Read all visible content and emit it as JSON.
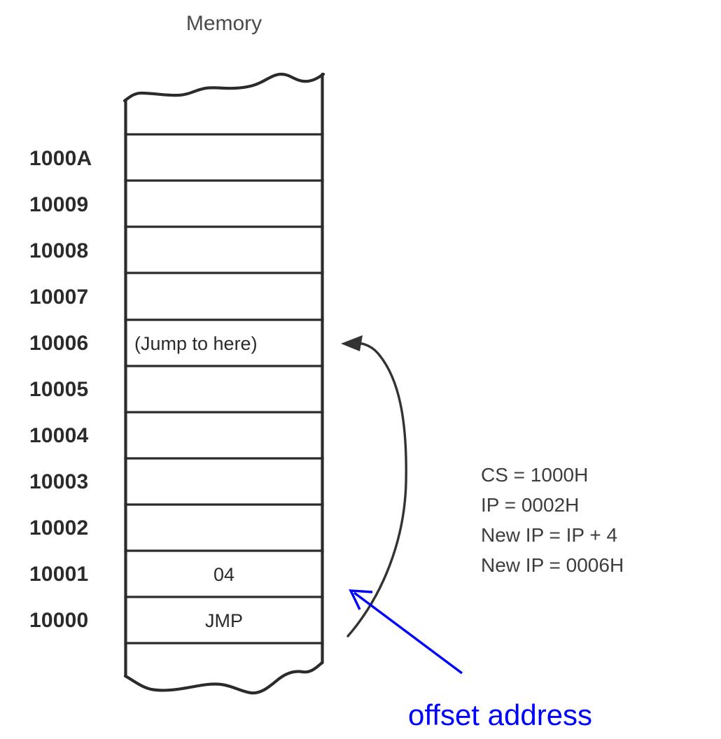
{
  "diagram": {
    "title": "Memory",
    "rows": [
      {
        "address": "",
        "content": ""
      },
      {
        "address": "1000A",
        "content": ""
      },
      {
        "address": "10009",
        "content": ""
      },
      {
        "address": "10008",
        "content": ""
      },
      {
        "address": "10007",
        "content": ""
      },
      {
        "address": "10006",
        "content": "(Jump to here)"
      },
      {
        "address": "10005",
        "content": ""
      },
      {
        "address": "10004",
        "content": ""
      },
      {
        "address": "10003",
        "content": ""
      },
      {
        "address": "10002",
        "content": ""
      },
      {
        "address": "10001",
        "content": "04"
      },
      {
        "address": "10000",
        "content": "JMP"
      },
      {
        "address": "",
        "content": ""
      }
    ],
    "info_lines": [
      "CS = 1000H",
      "IP = 0002H",
      "New IP = IP + 4",
      "New IP = 0006H"
    ],
    "annotation": {
      "label": "offset address",
      "color": "#0000ff"
    },
    "colors": {
      "ink": "#2b2b2b",
      "annotation": "#0000ff",
      "background": "#ffffff"
    }
  }
}
